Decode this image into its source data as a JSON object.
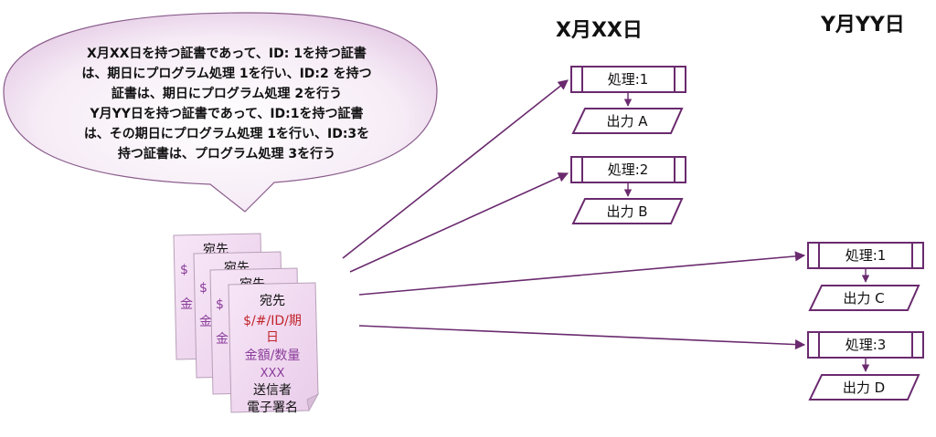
{
  "headers": {
    "date_x": "X月XX日",
    "date_y": "Y月YY日"
  },
  "bubble": {
    "lines": [
      "X月XX日を持つ証書であって、ID: 1を持つ証書",
      "は、期日にプログラム処理 1を行い、ID:2 を持つ",
      "証書は、期日にプログラム処理 2を行う",
      "Y月YY日を持つ証書であって、ID:1を持つ証書",
      "は、その期日にプログラム処理 1を行い、ID:3を",
      "持つ証書は、プログラム処理 3を行う"
    ]
  },
  "document": {
    "recipient": "宛先",
    "meta_line1": "$/#/ID/期",
    "meta_line2": "日",
    "amount": "金額/数量",
    "xxx": "XXX",
    "sender": "送信者",
    "signature": "電子署名",
    "back_fragments": {
      "recipient": "宛先",
      "dollar": "$",
      "kin": "金"
    }
  },
  "flows": {
    "x_date": [
      {
        "process": "処理:1",
        "output": "出力 A"
      },
      {
        "process": "処理:2",
        "output": "出力 B"
      }
    ],
    "y_date": [
      {
        "process": "処理:1",
        "output": "出力 C"
      },
      {
        "process": "処理:3",
        "output": "出力 D"
      }
    ]
  },
  "colors": {
    "purple": "#6a2a6e",
    "doc_fill": "#f3dcf2",
    "bubble_fill": "#f0dff0",
    "red": "#c0242a",
    "violet_text": "#8a3c9a"
  }
}
